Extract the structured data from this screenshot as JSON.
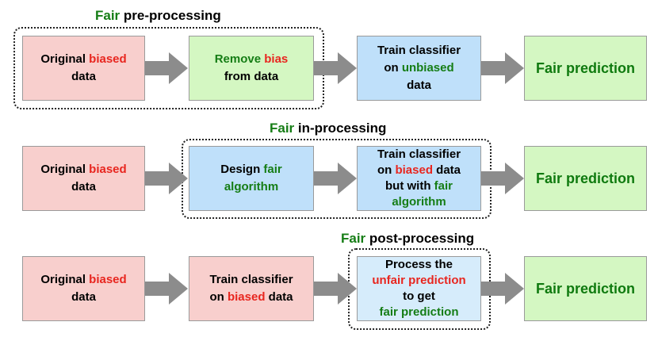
{
  "colors": {
    "pink_box": "#f8cfcd",
    "green_box": "#d4f7c2",
    "blue_box": "#bfe0fa",
    "light_blue_box": "#d6ecfb",
    "highlight_red": "#e8261f",
    "highlight_green": "#157d15",
    "arrow": "#8c8c8c"
  },
  "rows": [
    {
      "title": {
        "highlight": "Fair",
        "rest": " pre-processing"
      },
      "boxes": [
        {
          "lines": [
            [
              {
                "t": "Original ",
                "c": ""
              },
              {
                "t": "biased",
                "c": "r"
              }
            ],
            [
              {
                "t": "data",
                "c": ""
              }
            ]
          ]
        },
        {
          "lines": [
            [
              {
                "t": "Remove ",
                "c": "g"
              },
              {
                "t": "bias",
                "c": "r"
              }
            ],
            [
              {
                "t": "from data",
                "c": ""
              }
            ]
          ]
        },
        {
          "lines": [
            [
              {
                "t": "Train classifier",
                "c": ""
              }
            ],
            [
              {
                "t": "on ",
                "c": ""
              },
              {
                "t": "unbiased",
                "c": "g"
              }
            ],
            [
              {
                "t": "data",
                "c": ""
              }
            ]
          ]
        },
        {
          "lines": [
            [
              {
                "t": "Fair prediction",
                "c": ""
              }
            ]
          ]
        }
      ]
    },
    {
      "title": {
        "highlight": "Fair",
        "rest": " in-processing"
      },
      "boxes": [
        {
          "lines": [
            [
              {
                "t": "Original ",
                "c": ""
              },
              {
                "t": "biased",
                "c": "r"
              }
            ],
            [
              {
                "t": "data",
                "c": ""
              }
            ]
          ]
        },
        {
          "lines": [
            [
              {
                "t": "Design ",
                "c": ""
              },
              {
                "t": "fair",
                "c": "g"
              }
            ],
            [
              {
                "t": "algorithm",
                "c": "g"
              }
            ]
          ]
        },
        {
          "lines": [
            [
              {
                "t": "Train classifier",
                "c": ""
              }
            ],
            [
              {
                "t": "on ",
                "c": ""
              },
              {
                "t": "biased",
                "c": "r"
              },
              {
                "t": " data",
                "c": ""
              }
            ],
            [
              {
                "t": "but with ",
                "c": ""
              },
              {
                "t": "fair",
                "c": "g"
              }
            ],
            [
              {
                "t": "algorithm",
                "c": "g"
              }
            ]
          ]
        },
        {
          "lines": [
            [
              {
                "t": "Fair prediction",
                "c": ""
              }
            ]
          ]
        }
      ]
    },
    {
      "title": {
        "highlight": "Fair",
        "rest": " post-processing"
      },
      "boxes": [
        {
          "lines": [
            [
              {
                "t": "Original ",
                "c": ""
              },
              {
                "t": "biased",
                "c": "r"
              }
            ],
            [
              {
                "t": "data",
                "c": ""
              }
            ]
          ]
        },
        {
          "lines": [
            [
              {
                "t": "Train classifier",
                "c": ""
              }
            ],
            [
              {
                "t": "on ",
                "c": ""
              },
              {
                "t": "biased",
                "c": "r"
              },
              {
                "t": " data",
                "c": ""
              }
            ]
          ]
        },
        {
          "lines": [
            [
              {
                "t": "Process the",
                "c": ""
              }
            ],
            [
              {
                "t": "unfair prediction",
                "c": "r"
              }
            ],
            [
              {
                "t": "to get",
                "c": ""
              }
            ],
            [
              {
                "t": "fair prediction",
                "c": "g"
              }
            ]
          ]
        },
        {
          "lines": [
            [
              {
                "t": "Fair prediction",
                "c": ""
              }
            ]
          ]
        }
      ]
    }
  ]
}
